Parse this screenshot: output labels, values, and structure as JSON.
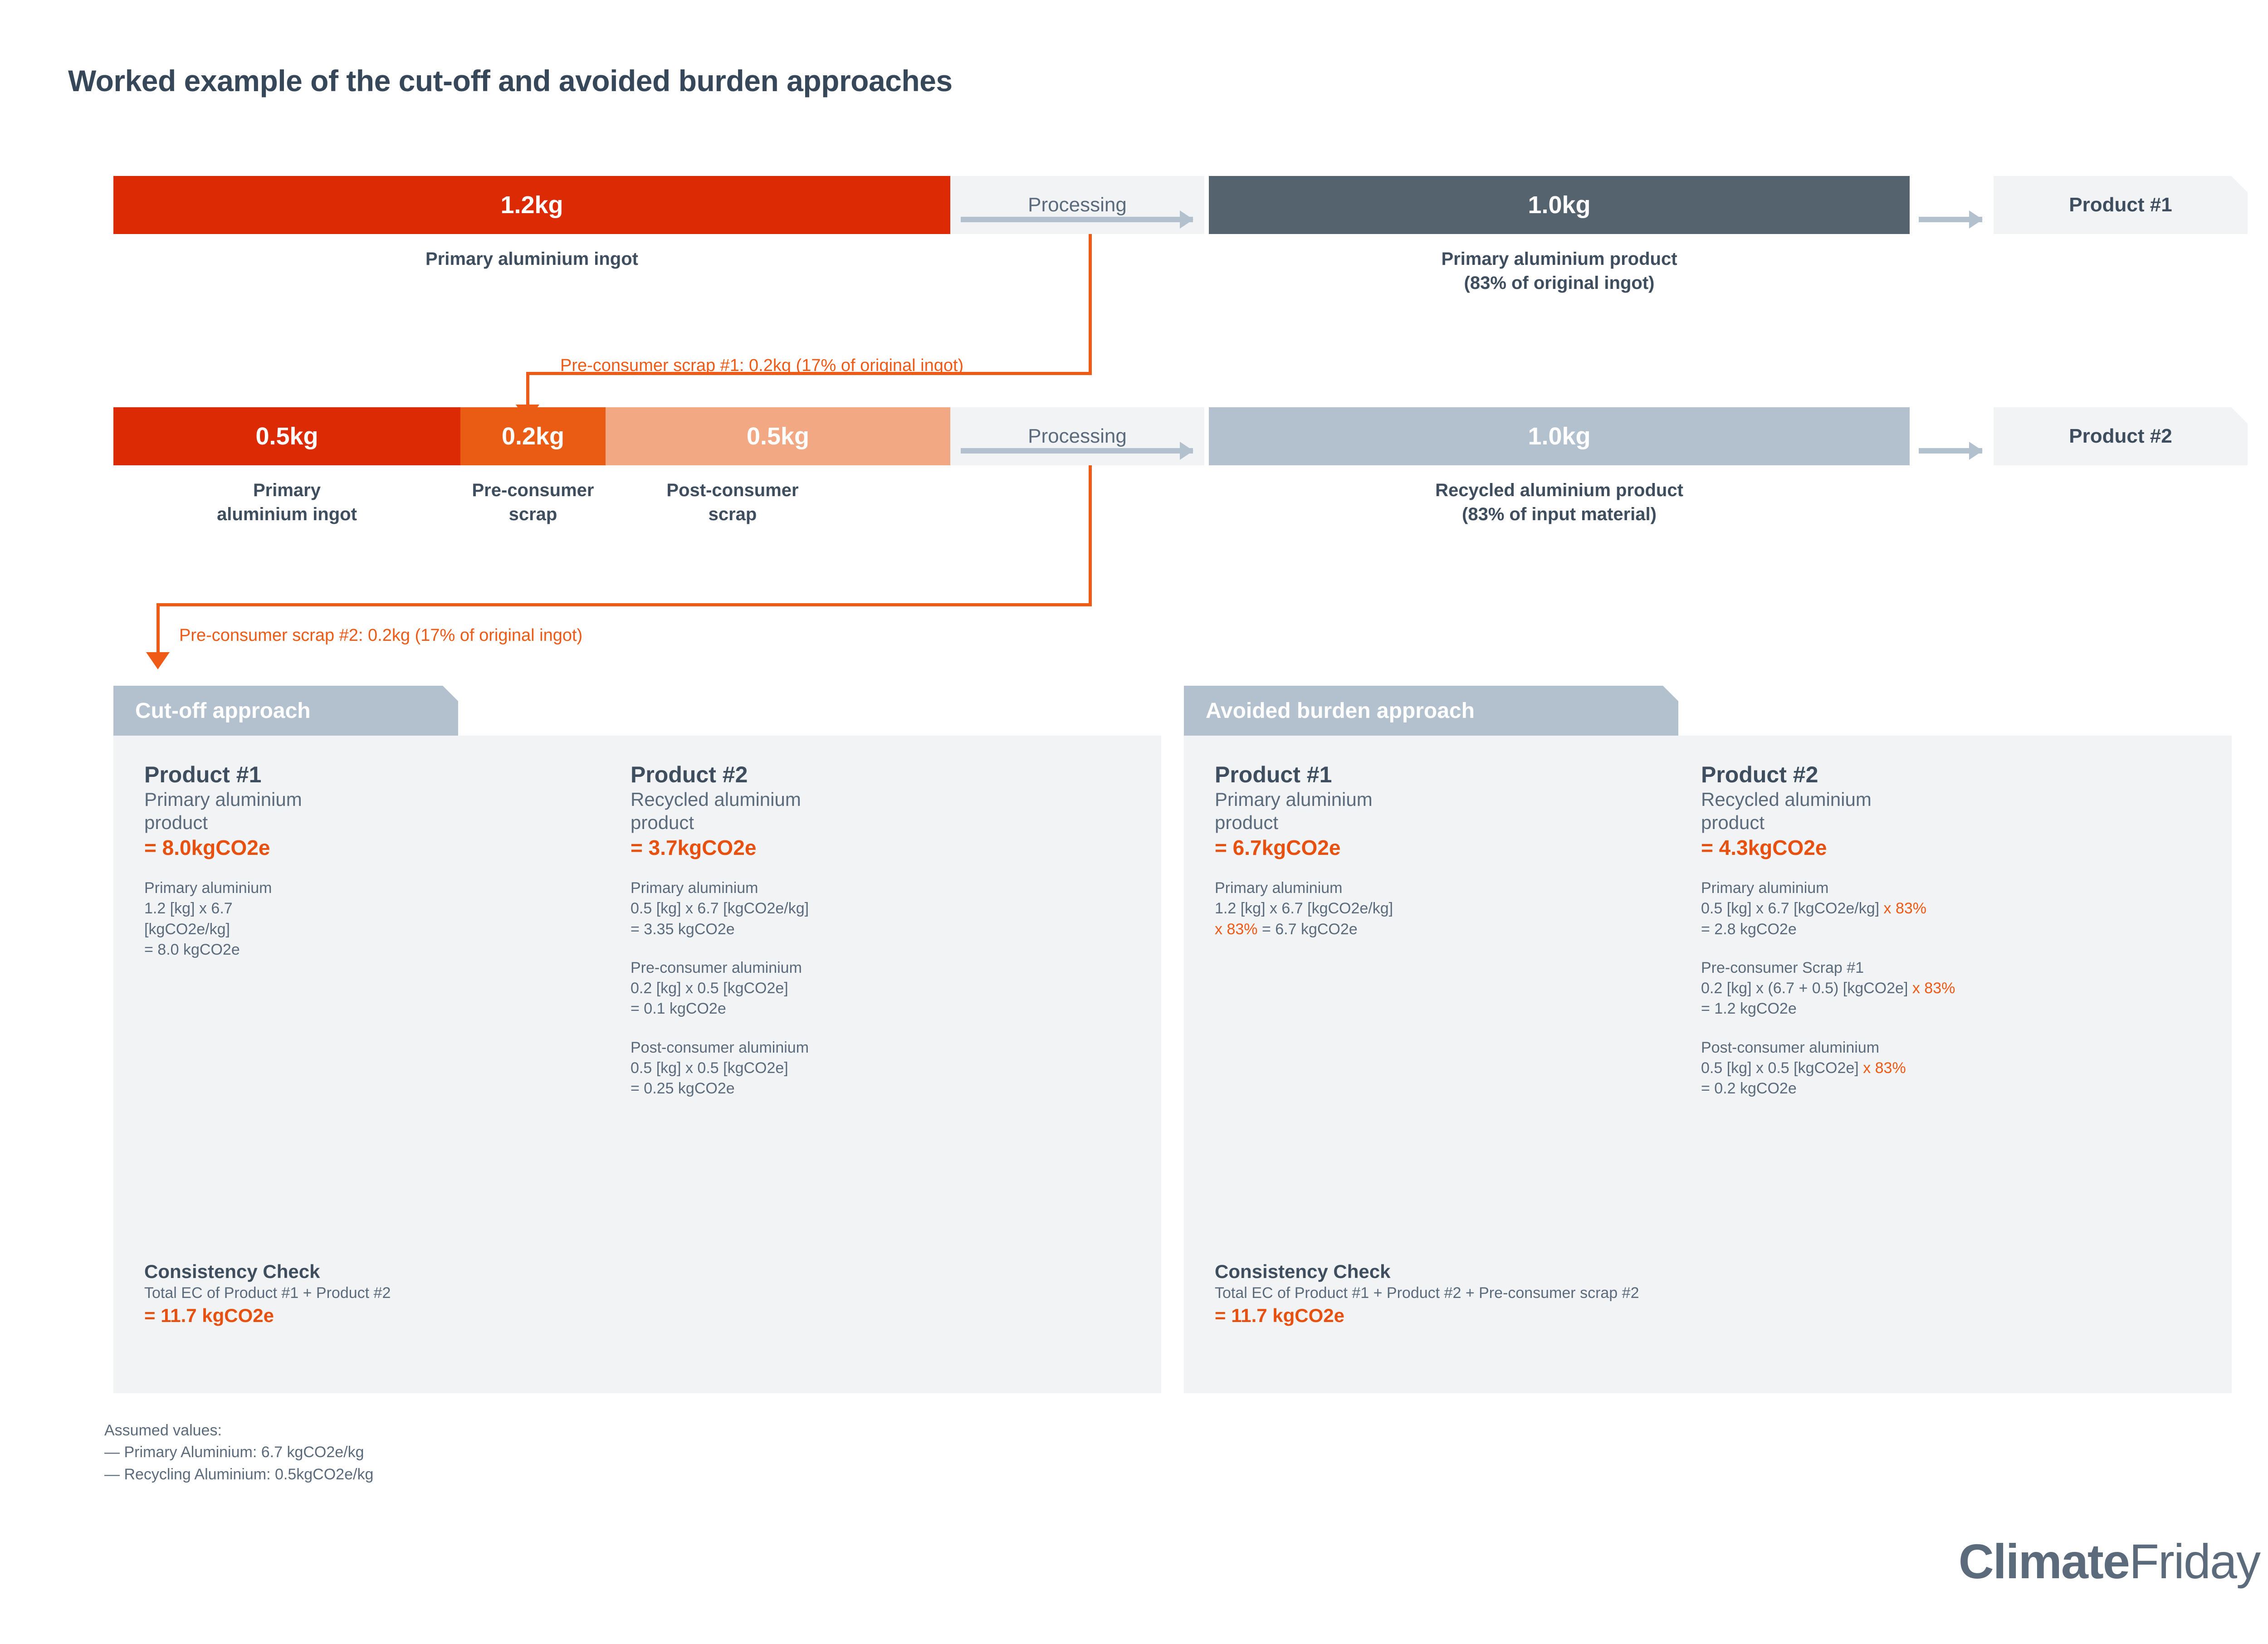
{
  "title": "Worked example of the cut-off and avoided burden approaches",
  "colors": {
    "primary_red": "#dc2a05",
    "pre_consumer_orange": "#ea5b14",
    "post_consumer_peach": "#f2a882",
    "primary_product_dark": "#55636f",
    "recycled_product_grey": "#b3c0ce",
    "accent_orange": "#e8500f",
    "text_dark": "#3f4e5e",
    "panel_bg": "#f1f3f5"
  },
  "flow": {
    "row1": {
      "input_bar": {
        "value": "1.2kg",
        "caption": "Primary aluminium ingot"
      },
      "process_label": "Processing",
      "output_bar": {
        "value": "1.0kg",
        "caption_line1": "Primary aluminium product",
        "caption_line2": "(83% of original ingot)"
      },
      "product_tag": "Product #1"
    },
    "scrap1_label": "Pre-consumer scrap #1: 0.2kg  (17% of original ingot)",
    "row2": {
      "segments": [
        {
          "value": "0.5kg",
          "caption_line1": "Primary",
          "caption_line2": "aluminium ingot"
        },
        {
          "value": "0.2kg",
          "caption_line1": "Pre-consumer",
          "caption_line2": "scrap"
        },
        {
          "value": "0.5kg",
          "caption_line1": "Post-consumer",
          "caption_line2": "scrap"
        }
      ],
      "process_label": "Processing",
      "output_bar": {
        "value": "1.0kg",
        "caption_line1": "Recycled aluminium product",
        "caption_line2": "(83% of input material)"
      },
      "product_tag": "Product #2"
    },
    "scrap2_label": "Pre-consumer scrap #2: 0.2kg (17% of original ingot)"
  },
  "panels": [
    {
      "tab": "Cut-off approach",
      "columns": [
        {
          "heading": "Product #1",
          "subtitle_line1": "Primary aluminium",
          "subtitle_line2": "product",
          "total": "= 8.0kgCO2e",
          "blocks": [
            {
              "lines": [
                {
                  "parts": [
                    {
                      "t": "Primary aluminium"
                    }
                  ]
                },
                {
                  "parts": [
                    {
                      "t": "1.2 [kg] x 6.7"
                    }
                  ]
                },
                {
                  "parts": [
                    {
                      "t": "[kgCO2e/kg]"
                    }
                  ]
                },
                {
                  "parts": [
                    {
                      "t": "= 8.0 kgCO2e"
                    }
                  ]
                }
              ]
            }
          ]
        },
        {
          "heading": "Product #2",
          "subtitle_line1": "Recycled aluminium",
          "subtitle_line2": "product",
          "total": "= 3.7kgCO2e",
          "blocks": [
            {
              "lines": [
                {
                  "parts": [
                    {
                      "t": "Primary aluminium"
                    }
                  ]
                },
                {
                  "parts": [
                    {
                      "t": "0.5 [kg] x 6.7 [kgCO2e/kg]"
                    }
                  ]
                },
                {
                  "parts": [
                    {
                      "t": "= 3.35 kgCO2e"
                    }
                  ]
                }
              ]
            },
            {
              "lines": [
                {
                  "parts": [
                    {
                      "t": "Pre-consumer aluminium"
                    }
                  ]
                },
                {
                  "parts": [
                    {
                      "t": "0.2 [kg] x 0.5 [kgCO2e]"
                    }
                  ]
                },
                {
                  "parts": [
                    {
                      "t": "= 0.1 kgCO2e"
                    }
                  ]
                }
              ]
            },
            {
              "lines": [
                {
                  "parts": [
                    {
                      "t": "Post-consumer aluminium"
                    }
                  ]
                },
                {
                  "parts": [
                    {
                      "t": "0.5 [kg] x 0.5 [kgCO2e]"
                    }
                  ]
                },
                {
                  "parts": [
                    {
                      "t": "= 0.25 kgCO2e"
                    }
                  ]
                }
              ]
            }
          ]
        }
      ],
      "consistency": {
        "heading": "Consistency Check",
        "detail": "Total EC of Product #1 + Product #2",
        "total": "= 11.7 kgCO2e"
      }
    },
    {
      "tab": "Avoided burden approach",
      "columns": [
        {
          "heading": "Product #1",
          "subtitle_line1": "Primary aluminium",
          "subtitle_line2": "product",
          "total": "= 6.7kgCO2e",
          "blocks": [
            {
              "lines": [
                {
                  "parts": [
                    {
                      "t": "Primary aluminium"
                    }
                  ]
                },
                {
                  "parts": [
                    {
                      "t": "1.2 [kg] x 6.7 [kgCO2e/kg]"
                    }
                  ]
                },
                {
                  "parts": [
                    {
                      "t": "x 83%",
                      "hl": true
                    },
                    {
                      "t": " = 6.7 kgCO2e"
                    }
                  ]
                }
              ]
            }
          ]
        },
        {
          "heading": "Product #2",
          "subtitle_line1": "Recycled aluminium",
          "subtitle_line2": "product",
          "total": "= 4.3kgCO2e",
          "blocks": [
            {
              "lines": [
                {
                  "parts": [
                    {
                      "t": "Primary aluminium"
                    }
                  ]
                },
                {
                  "parts": [
                    {
                      "t": "0.5 [kg] x 6.7 [kgCO2e/kg] "
                    },
                    {
                      "t": "x 83%",
                      "hl": true
                    }
                  ]
                },
                {
                  "parts": [
                    {
                      "t": "= 2.8 kgCO2e"
                    }
                  ]
                }
              ]
            },
            {
              "lines": [
                {
                  "parts": [
                    {
                      "t": "Pre-consumer Scrap #1"
                    }
                  ]
                },
                {
                  "parts": [
                    {
                      "t": "0.2 [kg] x (6.7 + 0.5) [kgCO2e] "
                    },
                    {
                      "t": "x 83%",
                      "hl": true
                    }
                  ]
                },
                {
                  "parts": [
                    {
                      "t": "= 1.2 kgCO2e"
                    }
                  ]
                }
              ]
            },
            {
              "lines": [
                {
                  "parts": [
                    {
                      "t": "Post-consumer aluminium"
                    }
                  ]
                },
                {
                  "parts": [
                    {
                      "t": "0.5 [kg] x 0.5 [kgCO2e] "
                    },
                    {
                      "t": "x 83%",
                      "hl": true
                    }
                  ]
                },
                {
                  "parts": [
                    {
                      "t": "= 0.2 kgCO2e"
                    }
                  ]
                }
              ]
            }
          ]
        }
      ],
      "consistency": {
        "heading": "Consistency Check",
        "detail": "Total EC of Product #1 + Product #2 + Pre-consumer scrap #2",
        "total": "= 11.7 kgCO2e"
      }
    }
  ],
  "footer": {
    "assumed_heading": "Assumed values:",
    "assumed_items": [
      "—  Primary Aluminium: 6.7 kgCO2e/kg",
      "—  Recycling Aluminium: 0.5kgCO2e/kg"
    ]
  },
  "logo": {
    "bold": "Climate",
    "light": "Friday"
  }
}
